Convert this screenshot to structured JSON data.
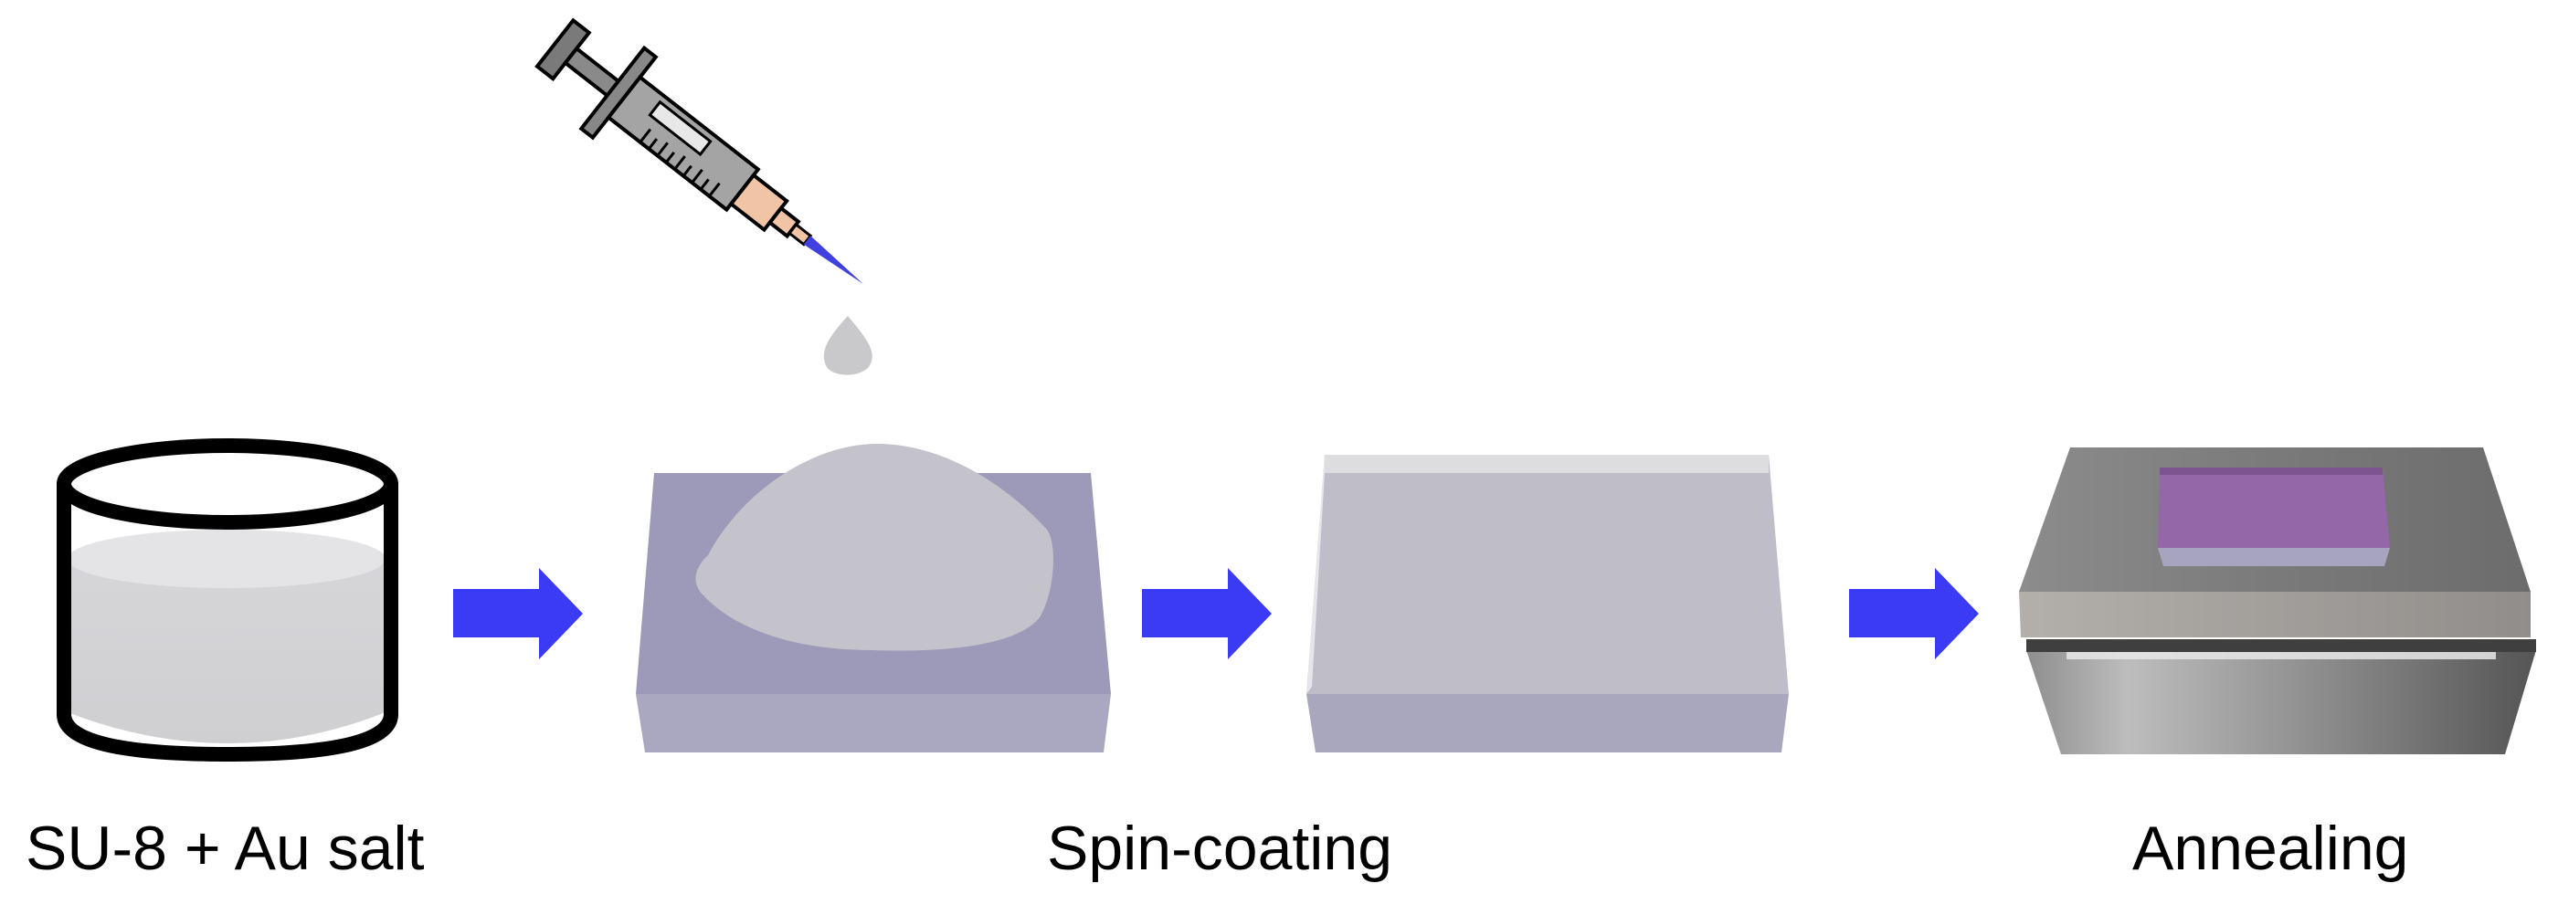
{
  "labels": {
    "step1": "SU-8 + Au salt",
    "step2": "Spin-coating",
    "step3": "Annealing"
  },
  "colors": {
    "arrow": "#3b3bf5",
    "liquid": "#d2d1d4",
    "substrate_top": "#9c9ab8",
    "substrate_side": "#a9a8c0",
    "film": "#bebdc8",
    "hotplate": "#8a8a8a",
    "annealed_film": "#9467a8",
    "syringe_tip": "#4040e0"
  }
}
